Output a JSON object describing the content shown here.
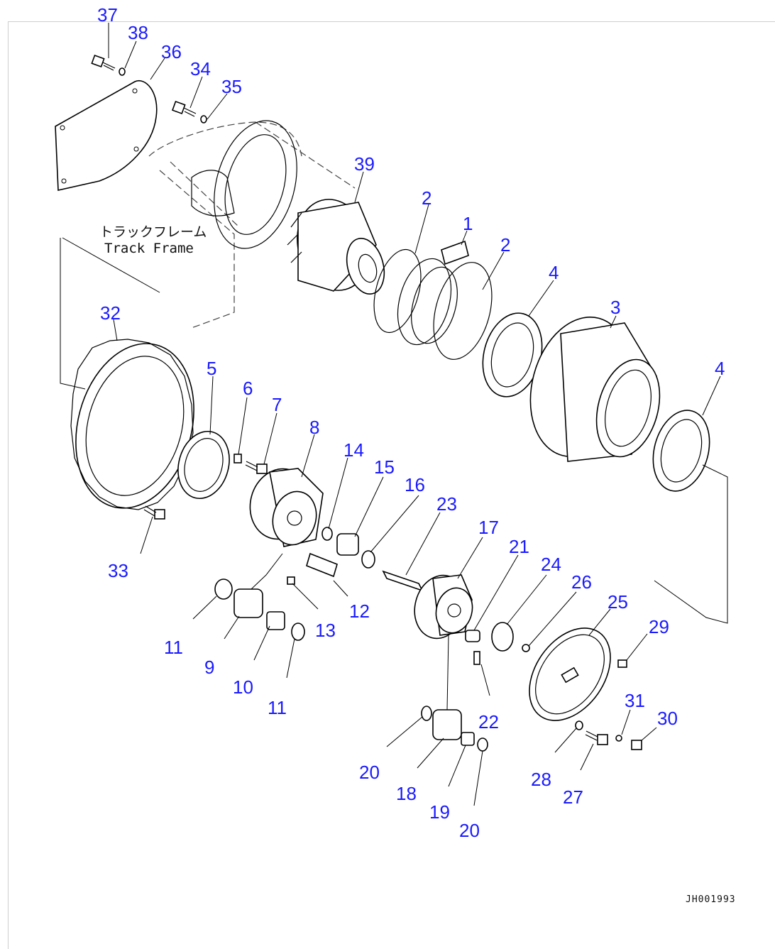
{
  "diagram": {
    "frame_label_jp": "トラックフレーム",
    "frame_label_en": "Track Frame",
    "drawing_code": "JH001993",
    "callouts": [
      "37",
      "38",
      "36",
      "34",
      "35",
      "39",
      "2",
      "1",
      "2",
      "4",
      "3",
      "4",
      "32",
      "5",
      "6",
      "7",
      "8",
      "14",
      "15",
      "16",
      "23",
      "17",
      "21",
      "24",
      "26",
      "25",
      "29",
      "33",
      "11",
      "9",
      "10",
      "11",
      "12",
      "13",
      "31",
      "30",
      "22",
      "20",
      "18",
      "19",
      "20",
      "28",
      "27"
    ]
  }
}
